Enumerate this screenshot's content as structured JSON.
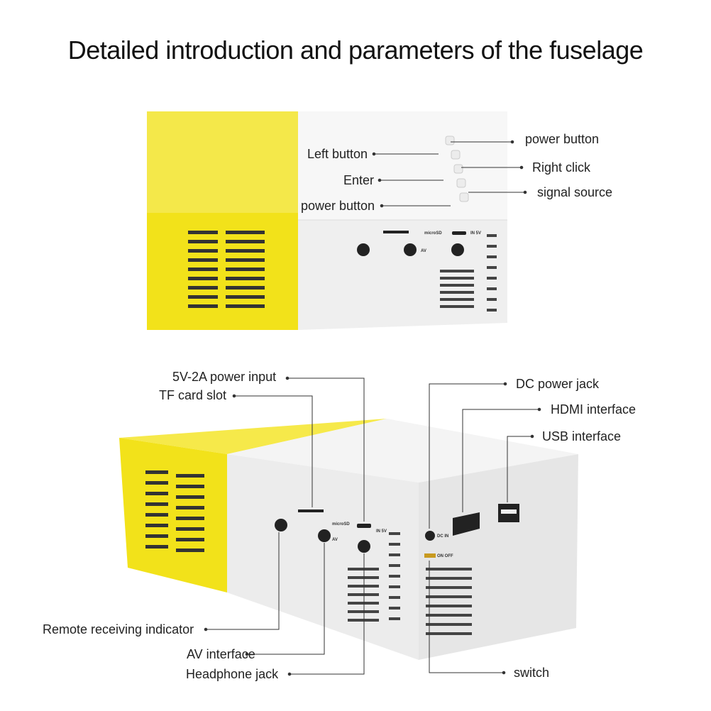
{
  "title": "Detailed introduction and parameters of the fuselage",
  "top_view": {
    "labels": {
      "power_button_right": "power button",
      "left_button": "Left button",
      "right_click": "Right click",
      "enter": "Enter",
      "signal_source": "signal source",
      "power_button_left": "power button"
    },
    "device_markings": {
      "micro_sd": "microSD",
      "in5v": "IN 5V",
      "av": "AV"
    }
  },
  "bottom_view": {
    "labels": {
      "power_input": "5V-2A power input",
      "tf_card_slot": "TF card slot",
      "dc_power_jack": "DC power jack",
      "hdmi_interface": "HDMI interface",
      "usb_interface": "USB interface",
      "remote_indicator": "Remote receiving indicator",
      "av_interface": "AV interface",
      "headphone_jack": "Headphone jack",
      "switch": "switch"
    },
    "device_markings": {
      "micro_sd": "microSD",
      "in5v": "IN 5V",
      "av": "AV",
      "dc_in": "DC IN",
      "on_off": "ON OFF"
    }
  },
  "colors": {
    "yellow": "#f2e21a",
    "white_body": "#efefef",
    "line": "#333333"
  }
}
